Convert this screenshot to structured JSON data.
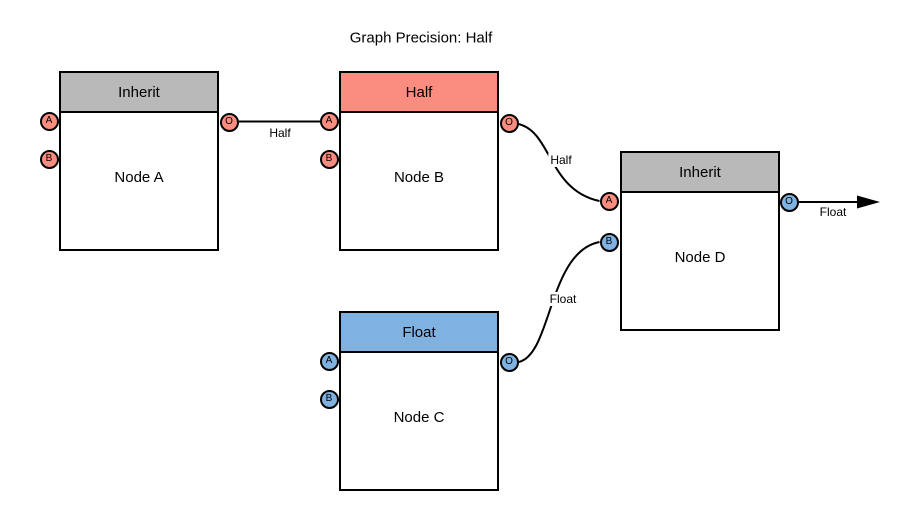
{
  "title": "Graph Precision: Half",
  "colors": {
    "inherit_gray": "#b9b9b9",
    "half_red": "#fb8c80",
    "float_blue": "#7fb1e1",
    "edge_black": "#000000",
    "canvas_white": "#ffffff"
  },
  "nodes": [
    {
      "name": "Node A",
      "header": "Inherit",
      "ports": [
        {
          "id": "A",
          "precision": "half"
        },
        {
          "id": "B",
          "precision": "half"
        },
        {
          "id": "O",
          "precision": "half"
        }
      ]
    },
    {
      "name": "Node B",
      "header": "Half",
      "ports": [
        {
          "id": "A",
          "precision": "half"
        },
        {
          "id": "B",
          "precision": "half"
        },
        {
          "id": "O",
          "precision": "half"
        }
      ]
    },
    {
      "name": "Node C",
      "header": "Float",
      "ports": [
        {
          "id": "A",
          "precision": "float"
        },
        {
          "id": "B",
          "precision": "float"
        },
        {
          "id": "O",
          "precision": "float"
        }
      ]
    },
    {
      "name": "Node D",
      "header": "Inherit",
      "ports": [
        {
          "id": "A",
          "precision": "half"
        },
        {
          "id": "B",
          "precision": "float"
        },
        {
          "id": "O",
          "precision": "float"
        }
      ]
    }
  ],
  "edges": [
    {
      "from": "Node A:O",
      "to": "Node B:A",
      "label": "Half"
    },
    {
      "from": "Node B:O",
      "to": "Node D:A",
      "label": "Half"
    },
    {
      "from": "Node C:O",
      "to": "Node D:B",
      "label": "Float"
    },
    {
      "from": "Node D:O",
      "to": "graph output",
      "label": "Float"
    }
  ]
}
